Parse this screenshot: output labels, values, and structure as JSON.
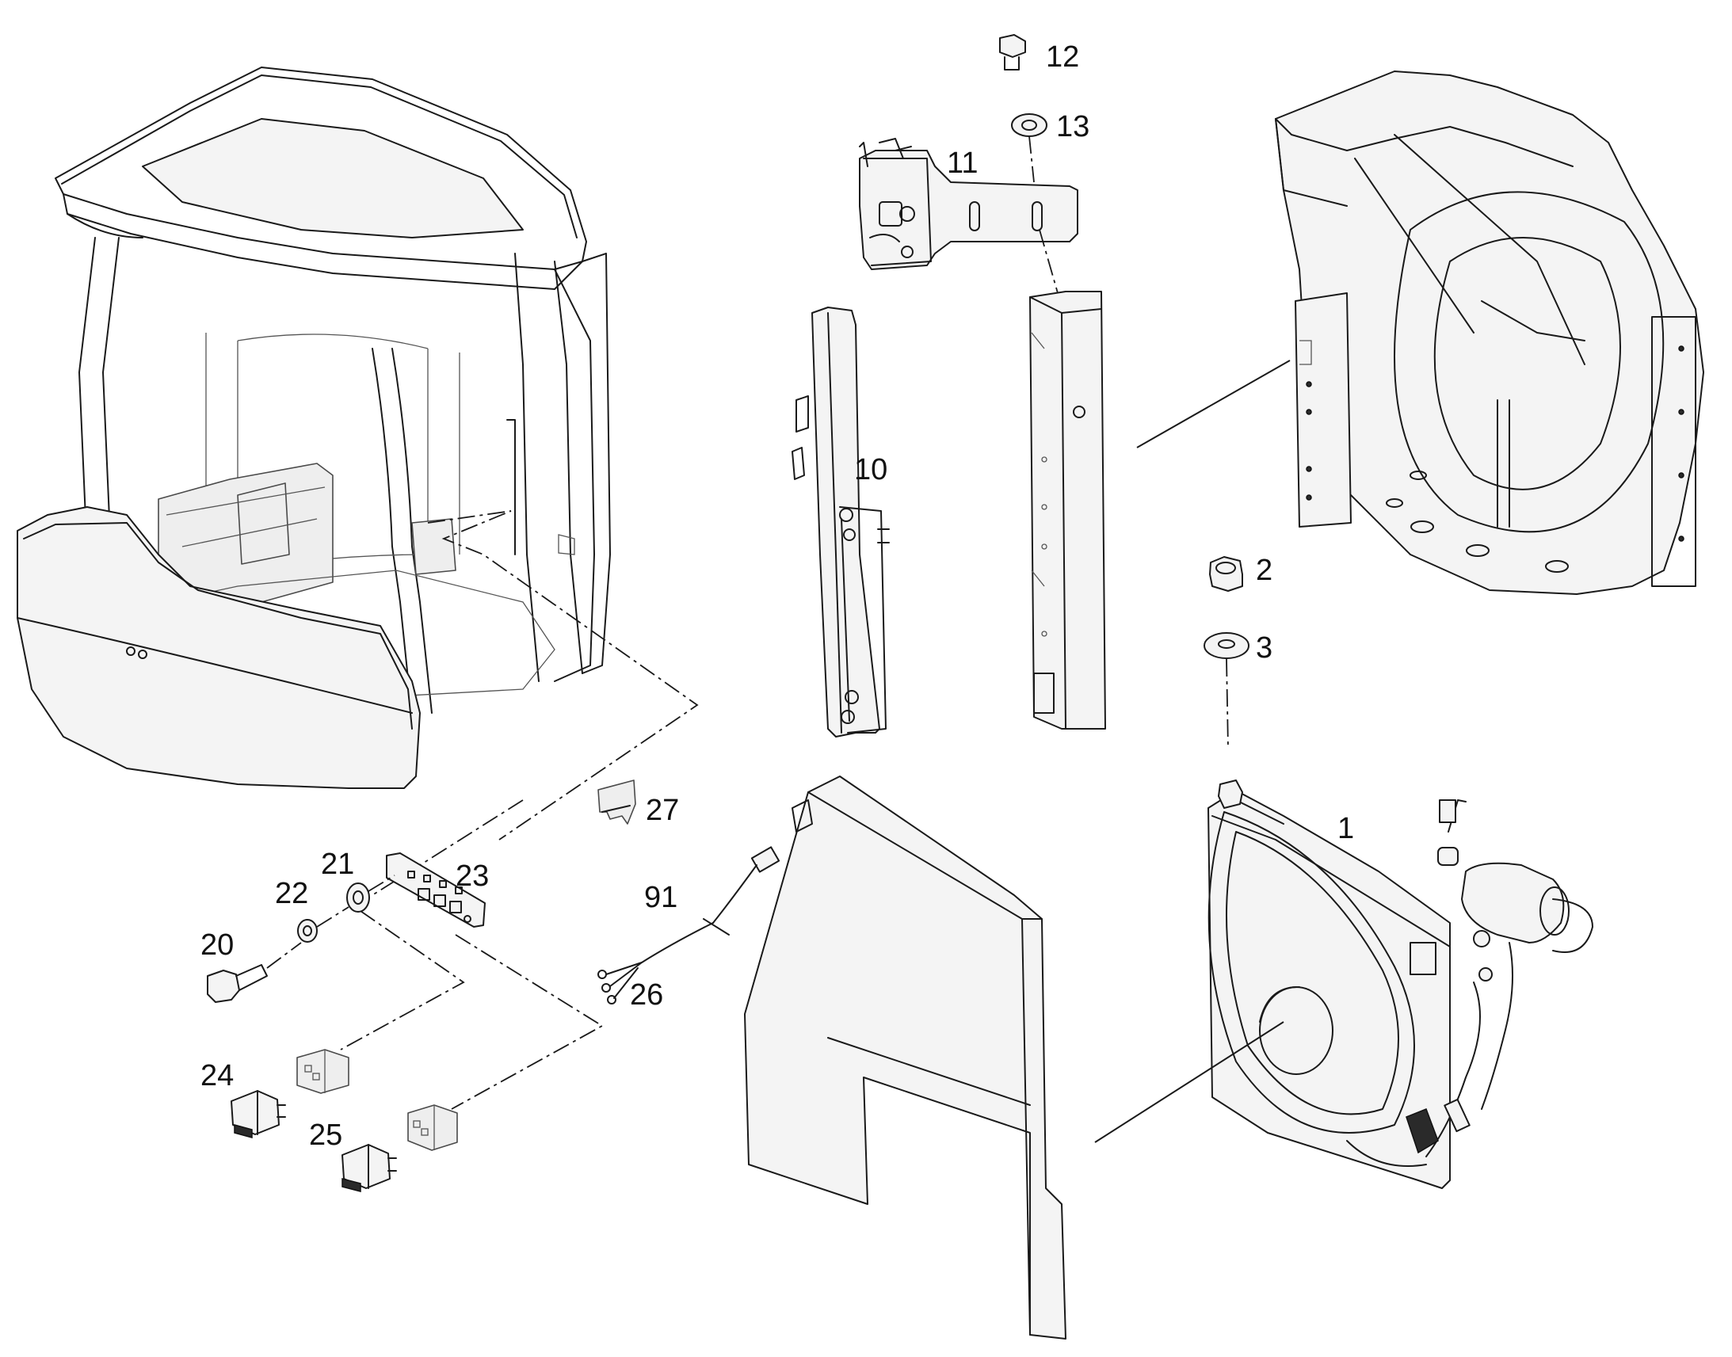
{
  "diagram": {
    "callouts": [
      {
        "id": "c1",
        "label": "1"
      },
      {
        "id": "c2",
        "label": "2"
      },
      {
        "id": "c3",
        "label": "3"
      },
      {
        "id": "c10",
        "label": "10"
      },
      {
        "id": "c11",
        "label": "11"
      },
      {
        "id": "c12",
        "label": "12"
      },
      {
        "id": "c13",
        "label": "13"
      },
      {
        "id": "c20",
        "label": "20"
      },
      {
        "id": "c21",
        "label": "21"
      },
      {
        "id": "c22",
        "label": "22"
      },
      {
        "id": "c23",
        "label": "23"
      },
      {
        "id": "c24",
        "label": "24"
      },
      {
        "id": "c25",
        "label": "25"
      },
      {
        "id": "c26",
        "label": "26"
      },
      {
        "id": "c27",
        "label": "27"
      },
      {
        "id": "c91",
        "label": "91"
      }
    ],
    "colors": {
      "line": "#1a1a1a",
      "background": "#ffffff",
      "part_fill": "#f4f4f4"
    }
  }
}
